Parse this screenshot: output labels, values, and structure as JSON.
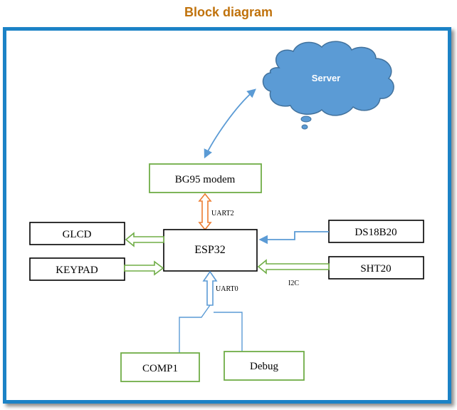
{
  "title": "Block diagram",
  "nodes": {
    "server": "Server",
    "modem": "BG95 modem",
    "esp32": "ESP32",
    "glcd": "GLCD",
    "keypad": "KEYPAD",
    "ds18b20": "DS18B20",
    "sht20": "SHT20",
    "comp1": "COMP1",
    "debug": "Debug"
  },
  "links": {
    "uart2": "UART2",
    "uart0": "UART0",
    "i2c": "I2C"
  },
  "colors": {
    "title": "#c0720c",
    "frame": "#1b82c6",
    "green": "#70ad47",
    "orange": "#ed7d31",
    "blue": "#5b9bd5",
    "cloud": "#5b9bd5"
  }
}
